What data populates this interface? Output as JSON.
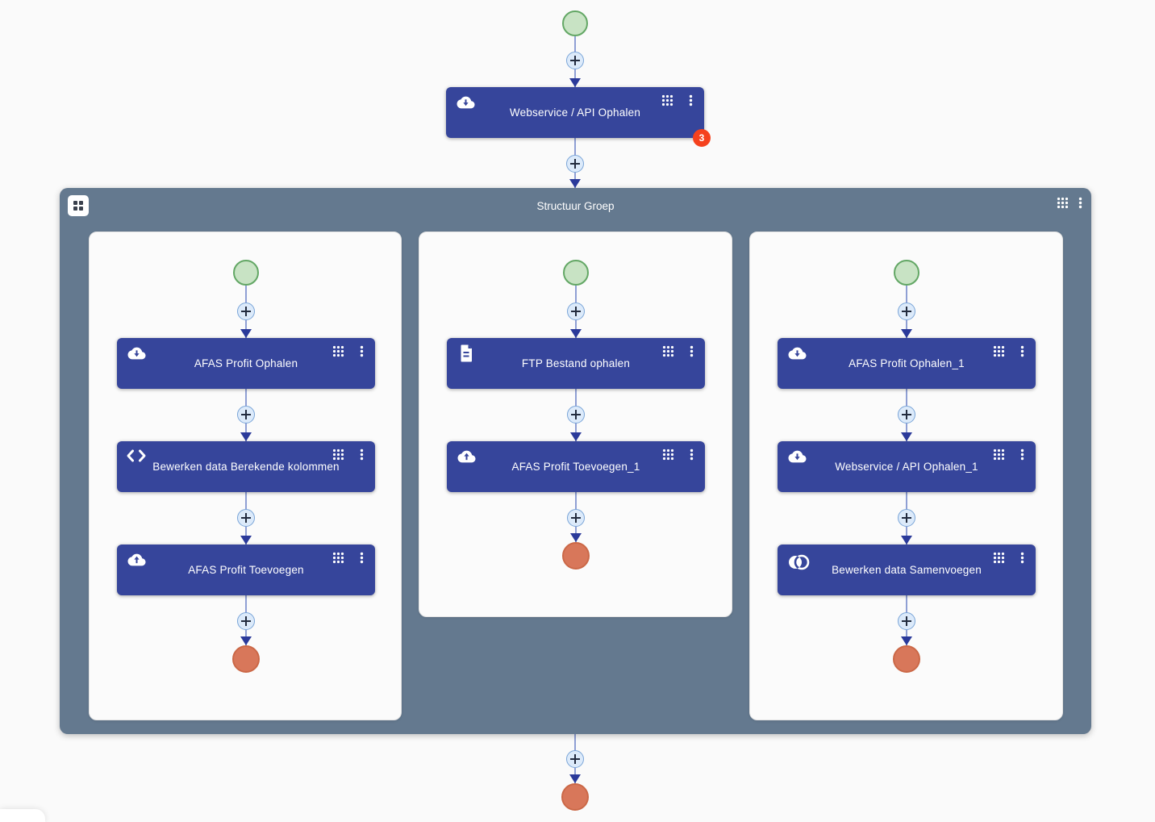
{
  "colors": {
    "node_blue": "#36459b",
    "group_slate": "#64798f",
    "start_green_fill": "#c8e3c4",
    "start_green_border": "#63a765",
    "end_orange_fill": "#d8775a",
    "badge_red": "#f5411d",
    "connector_line": "#8f9fd4",
    "arrow_navy": "#2b3a9a",
    "plus_fill": "#dceafa",
    "canvas_bg": "#fafafa"
  },
  "root_flow": {
    "node": {
      "label": "Webservice / API Ophalen",
      "icon": "cloud-download",
      "badge": "3"
    }
  },
  "group": {
    "title": "Structuur Groep",
    "panels": [
      {
        "nodes": [
          {
            "label": "AFAS Profit Ophalen",
            "icon": "cloud-download"
          },
          {
            "label": "Bewerken data Berekende kolommen",
            "icon": "code"
          },
          {
            "label": "AFAS Profit Toevoegen",
            "icon": "cloud-upload"
          }
        ]
      },
      {
        "nodes": [
          {
            "label": "FTP Bestand ophalen",
            "icon": "file-document"
          },
          {
            "label": "AFAS Profit Toevoegen_1",
            "icon": "cloud-upload"
          }
        ]
      },
      {
        "nodes": [
          {
            "label": "AFAS Profit Ophalen_1",
            "icon": "cloud-download"
          },
          {
            "label": "Webservice / API Ophalen_1",
            "icon": "cloud-download"
          },
          {
            "label": "Bewerken data Samenvoegen",
            "icon": "merge"
          }
        ]
      }
    ]
  }
}
